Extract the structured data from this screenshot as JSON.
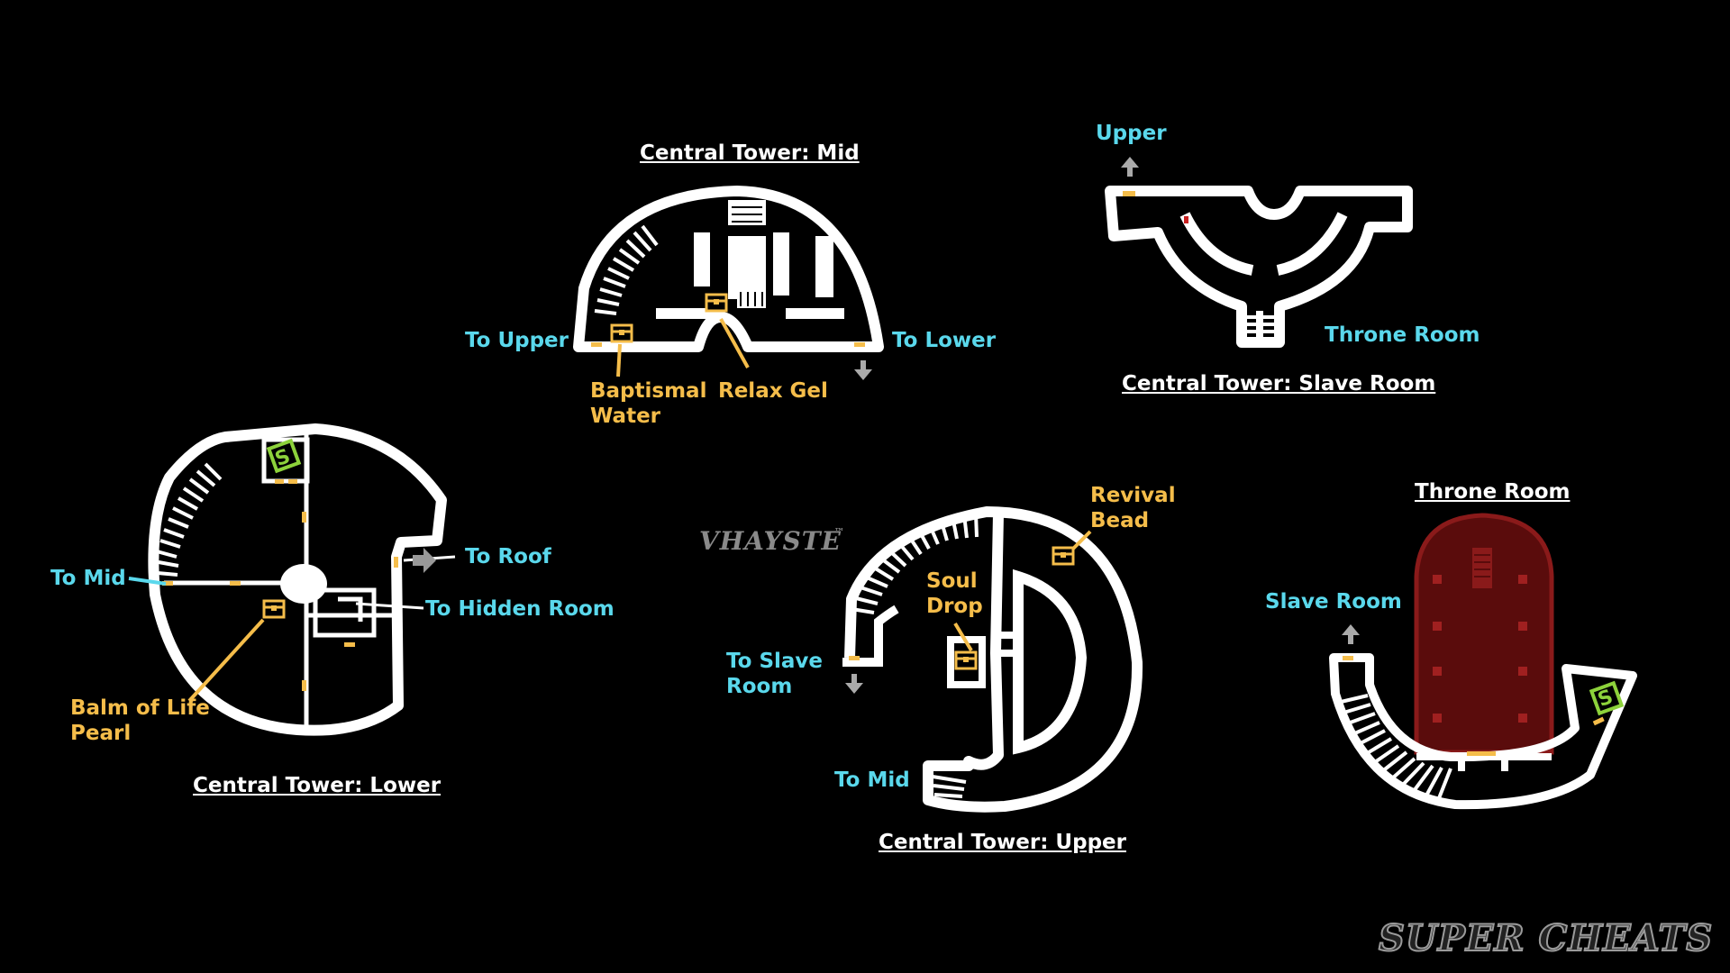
{
  "colors": {
    "walls": "#ffffff",
    "exit_labels": "#5ad8ec",
    "item_labels": "#f5bd4a",
    "save_point": "#8dd23b",
    "throne_hall": "#5a0c0c"
  },
  "icons": {
    "chest": "treasure-chest-icon",
    "save": "save-point-icon",
    "exit_arrow": "arrow-icon"
  },
  "maps": {
    "mid": {
      "title": "Central Tower: Mid",
      "labels": {
        "to_upper": "To Upper",
        "to_lower": "To Lower",
        "baptismal_water": "Baptismal\nWater",
        "relax_gel": "Relax Gel"
      }
    },
    "slave": {
      "title": "Central Tower: Slave Room",
      "labels": {
        "upper": "Upper",
        "throne_room": "Throne Room"
      }
    },
    "lower": {
      "title": "Central Tower: Lower",
      "labels": {
        "to_mid": "To Mid",
        "to_roof": "To Roof",
        "to_hidden_room": "To Hidden Room",
        "balm_of_life_pearl": "Balm of Life\nPearl"
      },
      "save_letter": "S"
    },
    "upper": {
      "title": "Central Tower: Upper",
      "labels": {
        "revival_bead": "Revival\nBead",
        "soul_drop": "Soul\nDrop",
        "to_slave_room": "To Slave\nRoom",
        "to_mid": "To Mid"
      }
    },
    "throne": {
      "title": "Throne Room",
      "labels": {
        "slave_room": "Slave Room"
      },
      "save_letter": "S"
    }
  },
  "watermarks": {
    "vhayste": "VHAYSTE",
    "tm": "™",
    "site": "SUPER CHEATS"
  }
}
